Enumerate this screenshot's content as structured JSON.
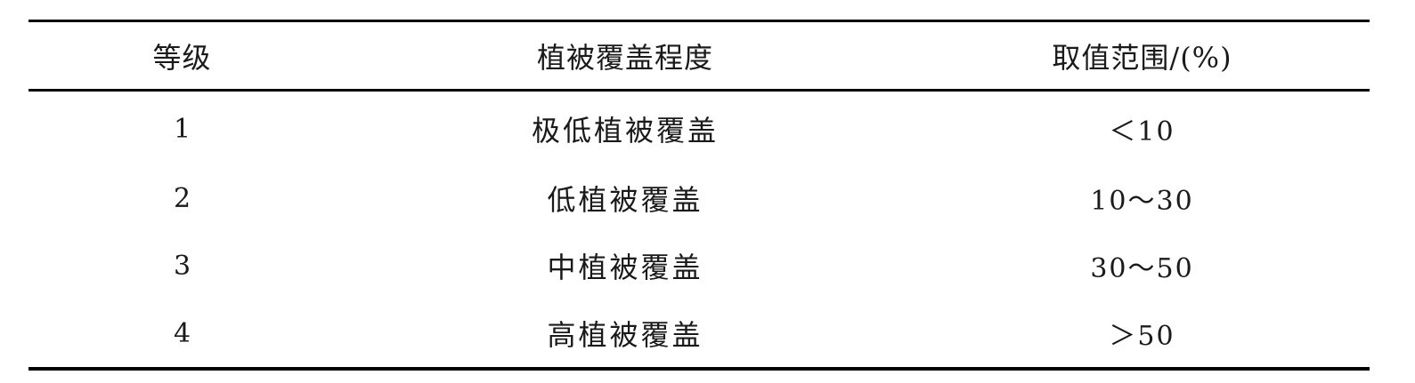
{
  "table": {
    "headers": [
      "等级",
      "植被覆盖程度",
      "取值范围/(%)"
    ],
    "rows": [
      [
        "1",
        "极低植被覆盖",
        "＜10"
      ],
      [
        "2",
        "低植被覆盖",
        "10～30"
      ],
      [
        "3",
        "中植被覆盖",
        "30～50"
      ],
      [
        "4",
        "高植被覆盖",
        "＞50"
      ]
    ]
  }
}
